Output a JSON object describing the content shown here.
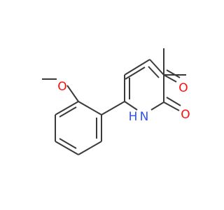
{
  "molecule": {
    "colors": {
      "bond": "#3a3a3a",
      "oxygen": "#ff0d0d",
      "nitrogen": "#3050f8"
    },
    "atoms": {
      "methoxy_oxygen": "O",
      "ketone_oxygen": "O",
      "carbonyl_oxygen": "O",
      "ring_nitrogen": "H\nN"
    }
  }
}
